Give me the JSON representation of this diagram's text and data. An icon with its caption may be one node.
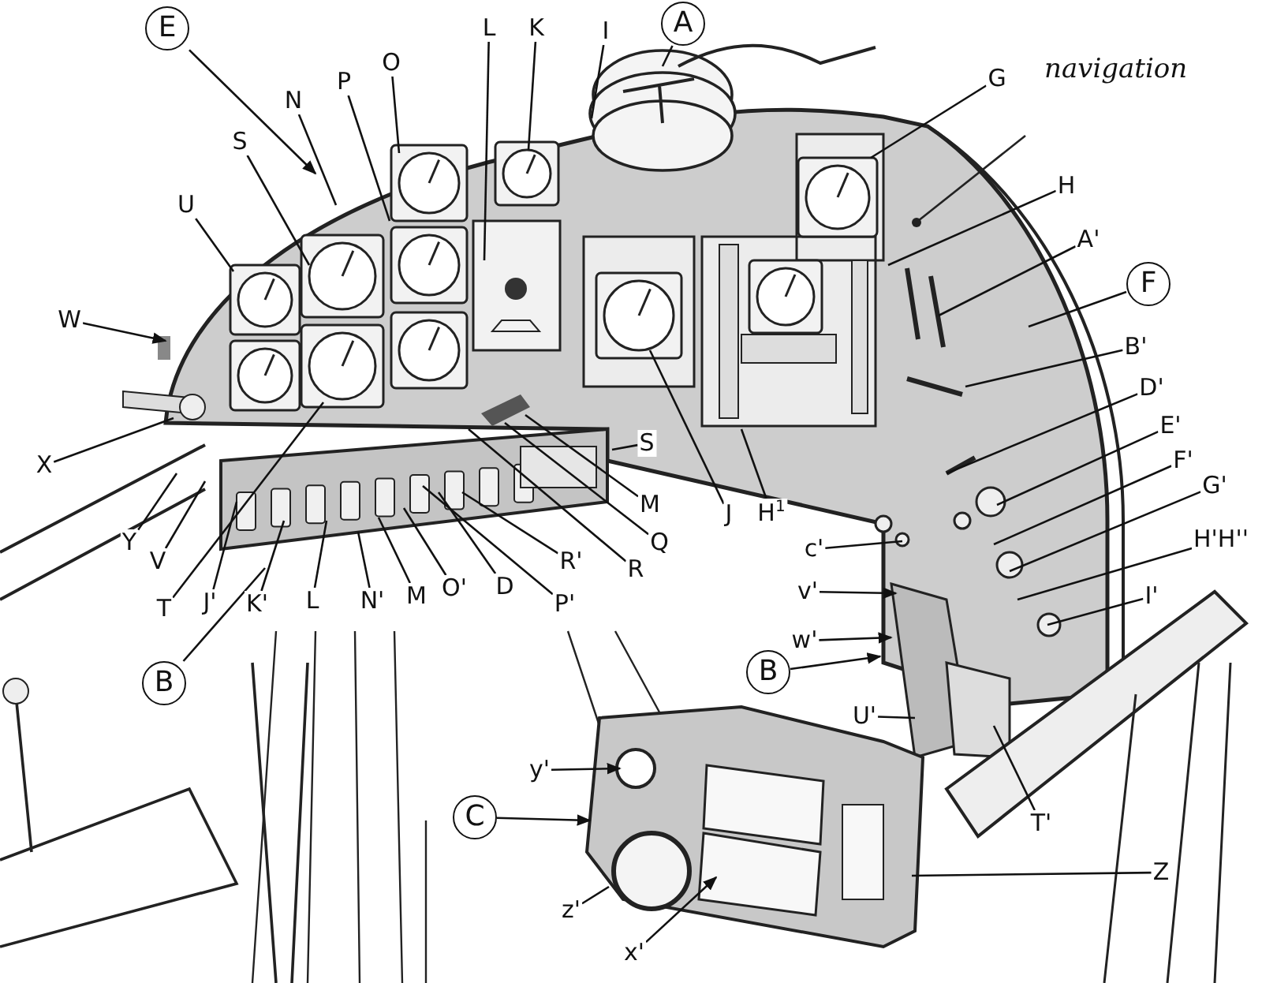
{
  "diagram": {
    "nodes": [
      {
        "text": [
          "E"
        ]
      },
      {
        "text": [
          "L"
        ]
      },
      {
        "text": [
          "K"
        ]
      },
      {
        "text": [
          "I"
        ]
      },
      {
        "text": [
          "A"
        ]
      },
      {
        "text": [
          "O"
        ]
      },
      {
        "text": [
          "G"
        ]
      },
      {
        "text": [
          "P"
        ]
      },
      {
        "text": [
          "N"
        ]
      },
      {
        "text": [
          "S"
        ]
      },
      {
        "text": [
          "H"
        ]
      },
      {
        "text": [
          "U"
        ]
      },
      {
        "text": [
          "A'"
        ]
      },
      {
        "text": [
          "F"
        ]
      },
      {
        "text": [
          "W"
        ]
      },
      {
        "text": [
          "B'"
        ]
      },
      {
        "text": [
          "D'"
        ]
      },
      {
        "text": [
          "E'"
        ]
      },
      {
        "text": [
          "X"
        ]
      },
      {
        "text": [
          "S"
        ]
      },
      {
        "text": [
          "F'"
        ]
      },
      {
        "text": [
          "G'"
        ]
      },
      {
        "text": [
          "M"
        ]
      },
      {
        "text": [
          "J"
        ]
      },
      {
        "text": [
          "H$^{1}$"
        ]
      },
      {
        "text": [
          "H'H''"
        ]
      },
      {
        "text": [
          "Q"
        ]
      },
      {
        "text": [
          "c'"
        ]
      },
      {
        "text": [
          "Y"
        ]
      },
      {
        "text": [
          "V"
        ]
      },
      {
        "text": [
          "R'"
        ]
      },
      {
        "text": [
          "R"
        ]
      },
      {
        "text": [
          "D"
        ]
      },
      {
        "text": [
          "O'"
        ]
      },
      {
        "text": [
          "v'"
        ]
      },
      {
        "text": [
          "M"
        ]
      },
      {
        "text": [
          "I'"
        ]
      },
      {
        "text": [
          "N'"
        ]
      },
      {
        "text": [
          "L"
        ]
      },
      {
        "text": [
          "J'"
        ]
      },
      {
        "text": [
          "K'"
        ]
      },
      {
        "text": [
          "P'"
        ]
      },
      {
        "text": [
          "T"
        ]
      },
      {
        "text": [
          "w'"
        ]
      },
      {
        "text": [
          "B"
        ]
      },
      {
        "text": [
          "B"
        ]
      },
      {
        "text": [
          "U'"
        ]
      },
      {
        "text": [
          "y'"
        ]
      },
      {
        "text": [
          "C"
        ]
      },
      {
        "text": [
          "T'"
        ]
      },
      {
        "text": [
          "Z"
        ]
      },
      {
        "text": [
          "z'"
        ]
      },
      {
        "text": [
          "x'"
        ]
      }
    ],
    "edges": [
      {
        "from": 0,
        "to": null,
        "arrow": "to"
      },
      {
        "from": 1,
        "to": null,
        "arrow": "none"
      },
      {
        "from": 2,
        "to": null,
        "arrow": "none"
      },
      {
        "from": 3,
        "to": null,
        "arrow": "none"
      },
      {
        "from": 4,
        "to": null,
        "arrow": "none"
      },
      {
        "from": 5,
        "to": null,
        "arrow": "none"
      },
      {
        "from": 6,
        "to": null,
        "arrow": "none"
      },
      {
        "from": 7,
        "to": null,
        "arrow": "none"
      },
      {
        "from": 8,
        "to": null,
        "arrow": "none"
      },
      {
        "from": 9,
        "to": null,
        "arrow": "none"
      },
      {
        "from": 10,
        "to": null,
        "arrow": "none"
      },
      {
        "from": 11,
        "to": null,
        "arrow": "none"
      },
      {
        "from": 12,
        "to": null,
        "arrow": "none"
      },
      {
        "from": 13,
        "to": null,
        "arrow": "none"
      },
      {
        "from": 14,
        "to": null,
        "arrow": "to"
      },
      {
        "from": 15,
        "to": null,
        "arrow": "none"
      },
      {
        "from": 16,
        "to": null,
        "arrow": "none"
      },
      {
        "from": 17,
        "to": null,
        "arrow": "none"
      },
      {
        "from": 18,
        "to": null,
        "arrow": "none"
      },
      {
        "from": 19,
        "to": null,
        "arrow": "none"
      },
      {
        "from": 20,
        "to": null,
        "arrow": "none"
      },
      {
        "from": 21,
        "to": null,
        "arrow": "none"
      },
      {
        "from": 22,
        "to": null,
        "arrow": "none"
      },
      {
        "from": 23,
        "to": null,
        "arrow": "none"
      },
      {
        "from": 24,
        "to": null,
        "arrow": "none"
      },
      {
        "from": 25,
        "to": null,
        "arrow": "none"
      },
      {
        "from": 26,
        "to": null,
        "arrow": "none"
      },
      {
        "from": 27,
        "to": null,
        "arrow": "none"
      },
      {
        "from": 28,
        "to": null,
        "arrow": "none"
      },
      {
        "from": 29,
        "to": null,
        "arrow": "none"
      },
      {
        "from": 30,
        "to": null,
        "arrow": "none"
      },
      {
        "from": 31,
        "to": null,
        "arrow": "none"
      },
      {
        "from": 32,
        "to": null,
        "arrow": "none"
      },
      {
        "from": 33,
        "to": null,
        "arrow": "none"
      },
      {
        "from": 34,
        "to": null,
        "arrow": "to"
      },
      {
        "from": 35,
        "to": null,
        "arrow": "none"
      },
      {
        "from": 36,
        "to": null,
        "arrow": "none"
      },
      {
        "from": 37,
        "to": null,
        "arrow": "none"
      },
      {
        "from": 38,
        "to": null,
        "arrow": "none"
      },
      {
        "from": 39,
        "to": null,
        "arrow": "none"
      },
      {
        "from": 40,
        "to": null,
        "arrow": "none"
      },
      {
        "from": 41,
        "to": null,
        "arrow": "none"
      },
      {
        "from": 42,
        "to": null,
        "arrow": "none"
      },
      {
        "from": 43,
        "to": null,
        "arrow": "to"
      },
      {
        "from": 44,
        "to": null,
        "arrow": "to"
      },
      {
        "from": 45,
        "to": null,
        "arrow": "none"
      },
      {
        "from": 46,
        "to": null,
        "arrow": "none"
      },
      {
        "from": 47,
        "to": null,
        "arrow": "to"
      },
      {
        "from": 48,
        "to": null,
        "arrow": "to"
      },
      {
        "from": 49,
        "to": null,
        "arrow": "none"
      },
      {
        "from": 50,
        "to": null,
        "arrow": "none"
      },
      {
        "from": 51,
        "to": null,
        "arrow": "none"
      },
      {
        "from": 52,
        "to": null,
        "arrow": "to"
      }
    ],
    "labels": [
      "navigation"
    ]
  }
}
